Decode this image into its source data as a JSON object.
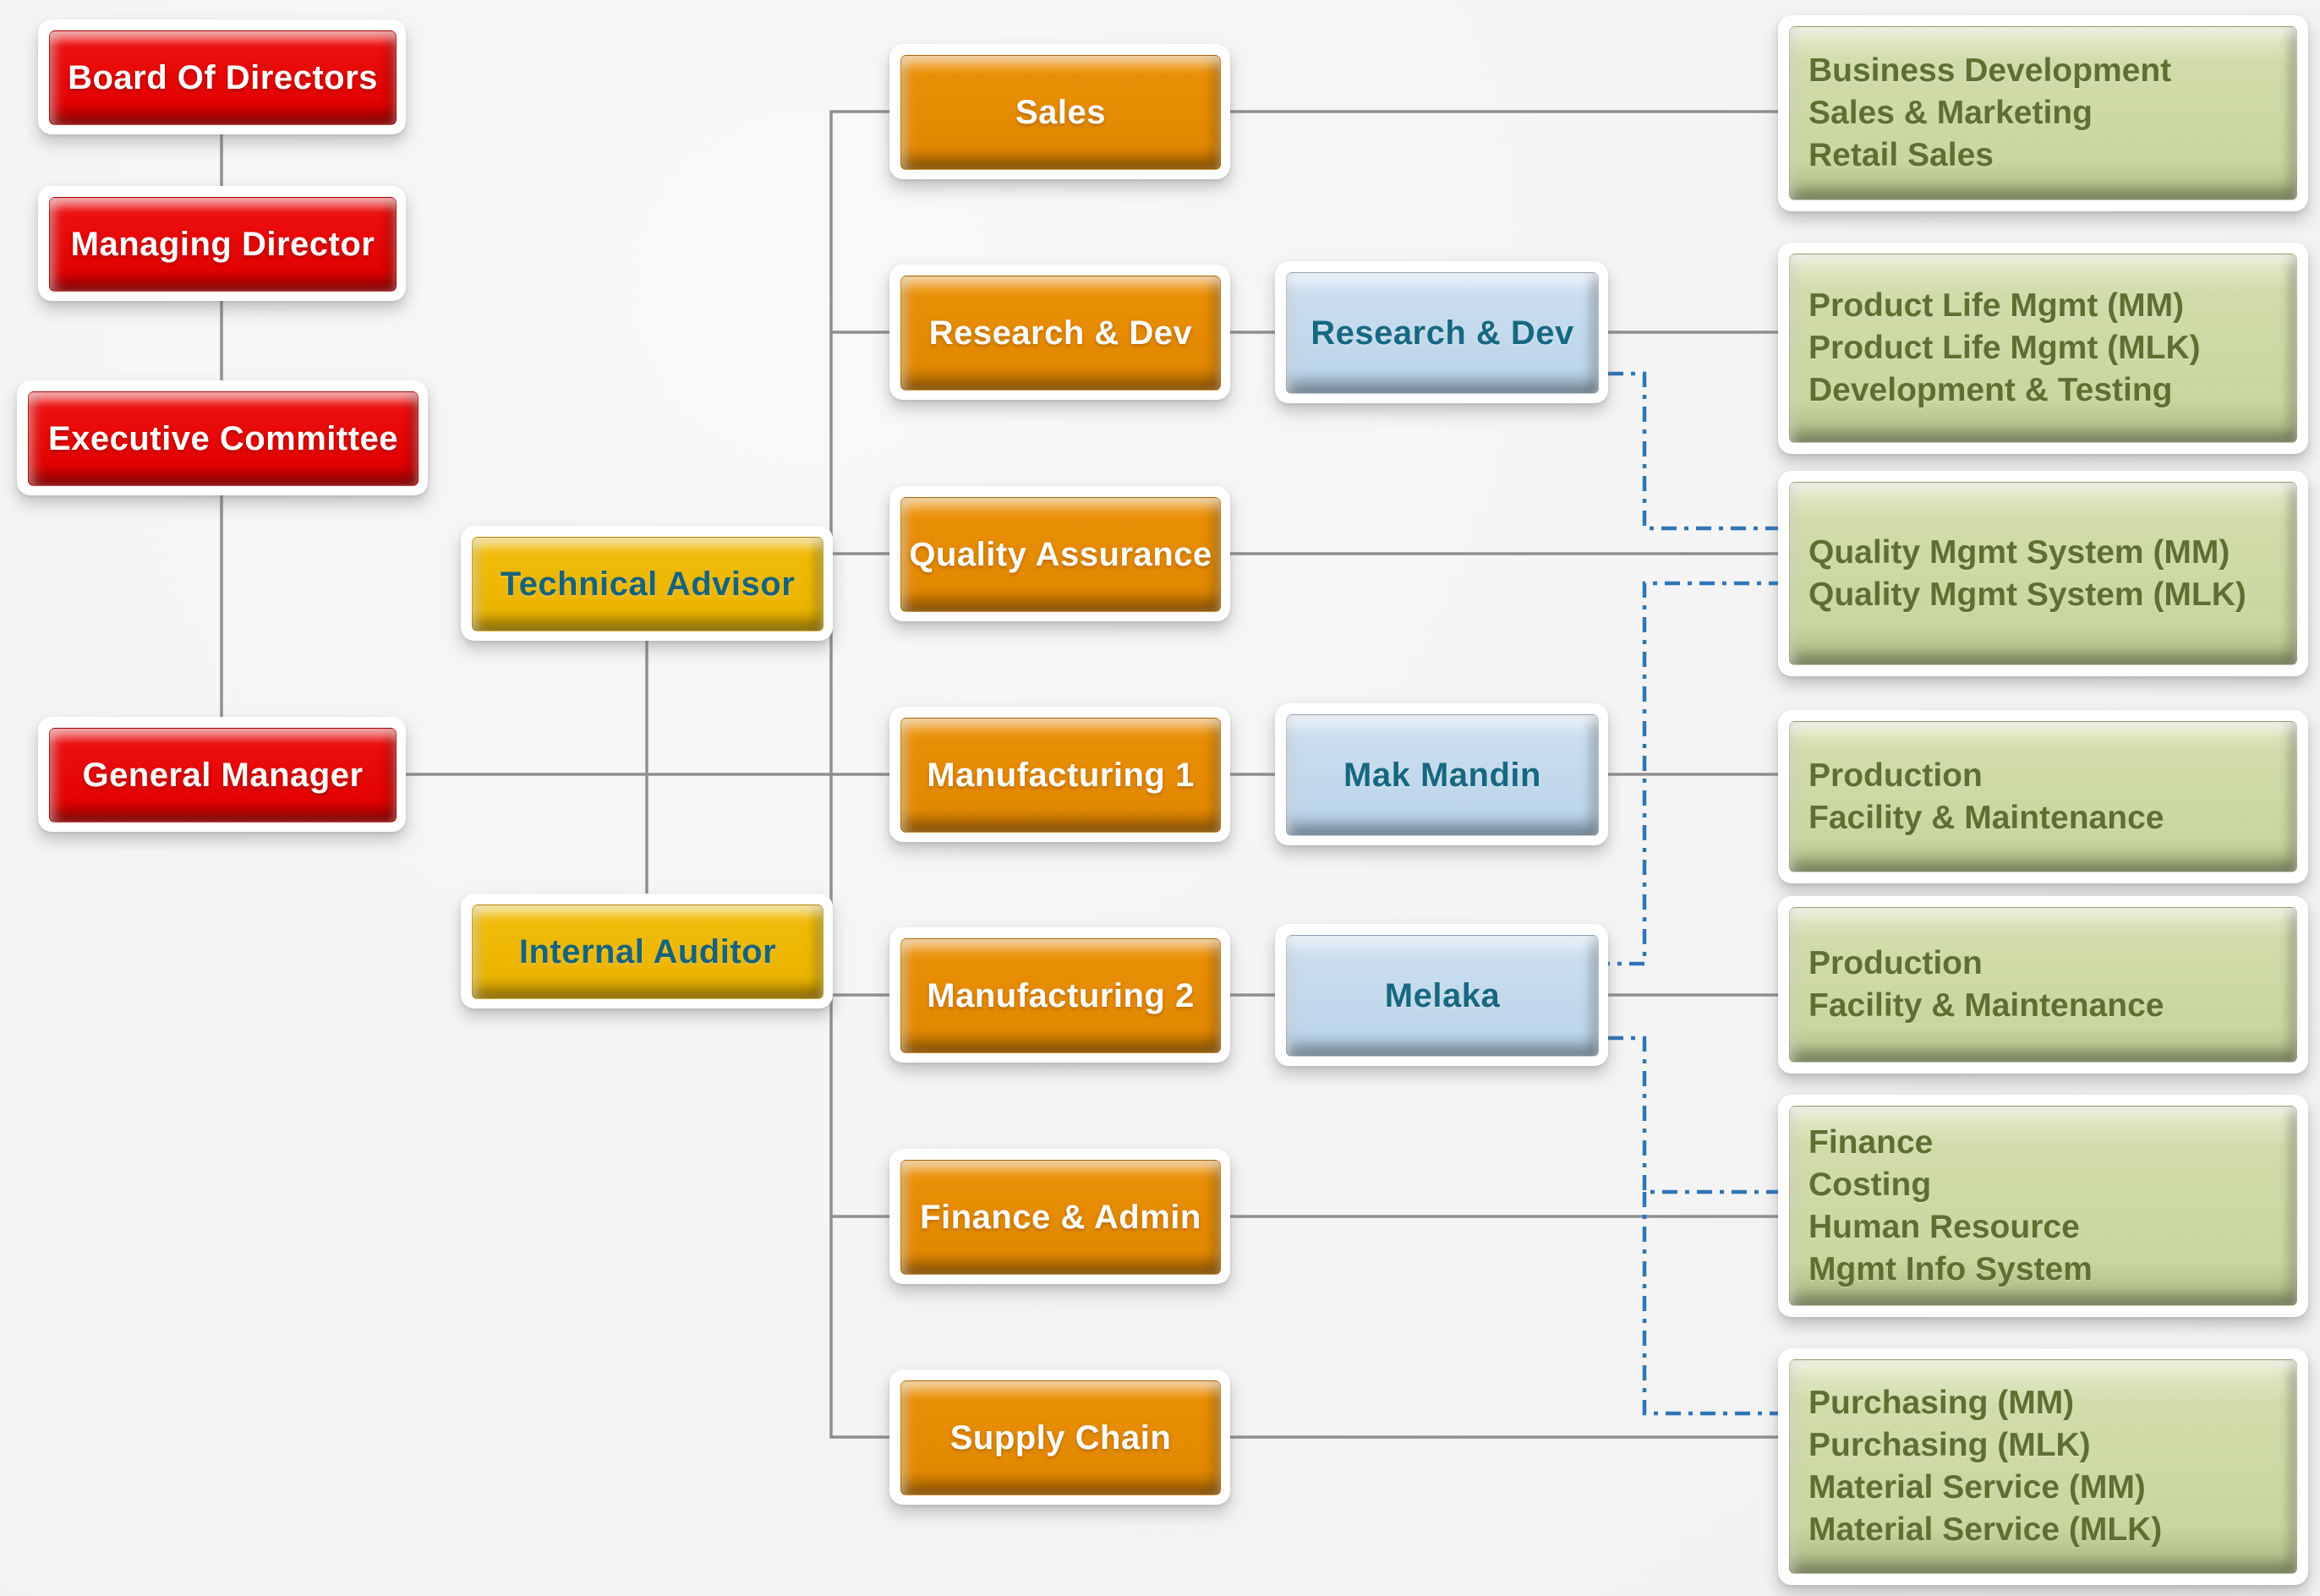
{
  "nodes": {
    "red": [
      "Board Of Directors",
      "Managing Director",
      "Executive Committee",
      "General Manager"
    ],
    "gold": [
      "Technical Advisor",
      "Internal Auditor"
    ],
    "orange": [
      "Sales",
      "Research & Dev",
      "Quality Assurance",
      "Manufacturing 1",
      "Manufacturing 2",
      "Finance & Admin",
      "Supply Chain"
    ],
    "blue": [
      "Research & Dev",
      "Mak Mandin",
      "Melaka"
    ],
    "green": [
      [
        "Business Development",
        "Sales & Marketing",
        "Retail Sales"
      ],
      [
        "Product Life Mgmt (MM)",
        "Product Life Mgmt (MLK)",
        "Development & Testing"
      ],
      [
        "Quality Mgmt System (MM)",
        "Quality Mgmt System (MLK)"
      ],
      [
        "Production",
        "Facility & Maintenance"
      ],
      [
        "Production",
        "Facility & Maintenance"
      ],
      [
        "Finance",
        "Costing",
        "Human Resource",
        "Mgmt Info System"
      ],
      [
        "Purchasing (MM)",
        "Purchasing (MLK)",
        "Material Service (MM)",
        "Material Service (MLK)"
      ]
    ]
  },
  "colors": {
    "red_box": "#e30202",
    "gold_box": "#ebb400",
    "orange_box": "#e38900",
    "blue_box": "#bed6ea",
    "green_box": "#c9d69e",
    "teal_text": "#176880",
    "olive_text": "#5d7032",
    "white_text": "#ffffff",
    "connector_gray": "#8f8f8f",
    "connector_dashed_blue": "#2e75b6",
    "background": "#f4f4f5"
  }
}
